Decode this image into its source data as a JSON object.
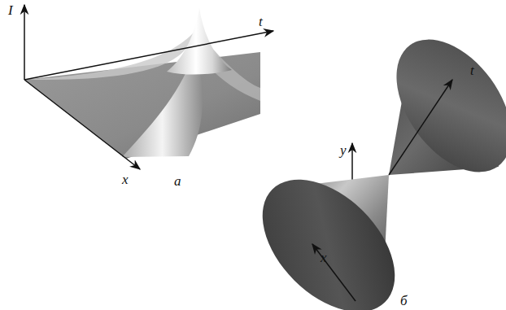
{
  "diagram": {
    "labels": [
      "I",
      "t",
      "x",
      "а",
      "t",
      "y",
      "x",
      "б"
    ]
  }
}
